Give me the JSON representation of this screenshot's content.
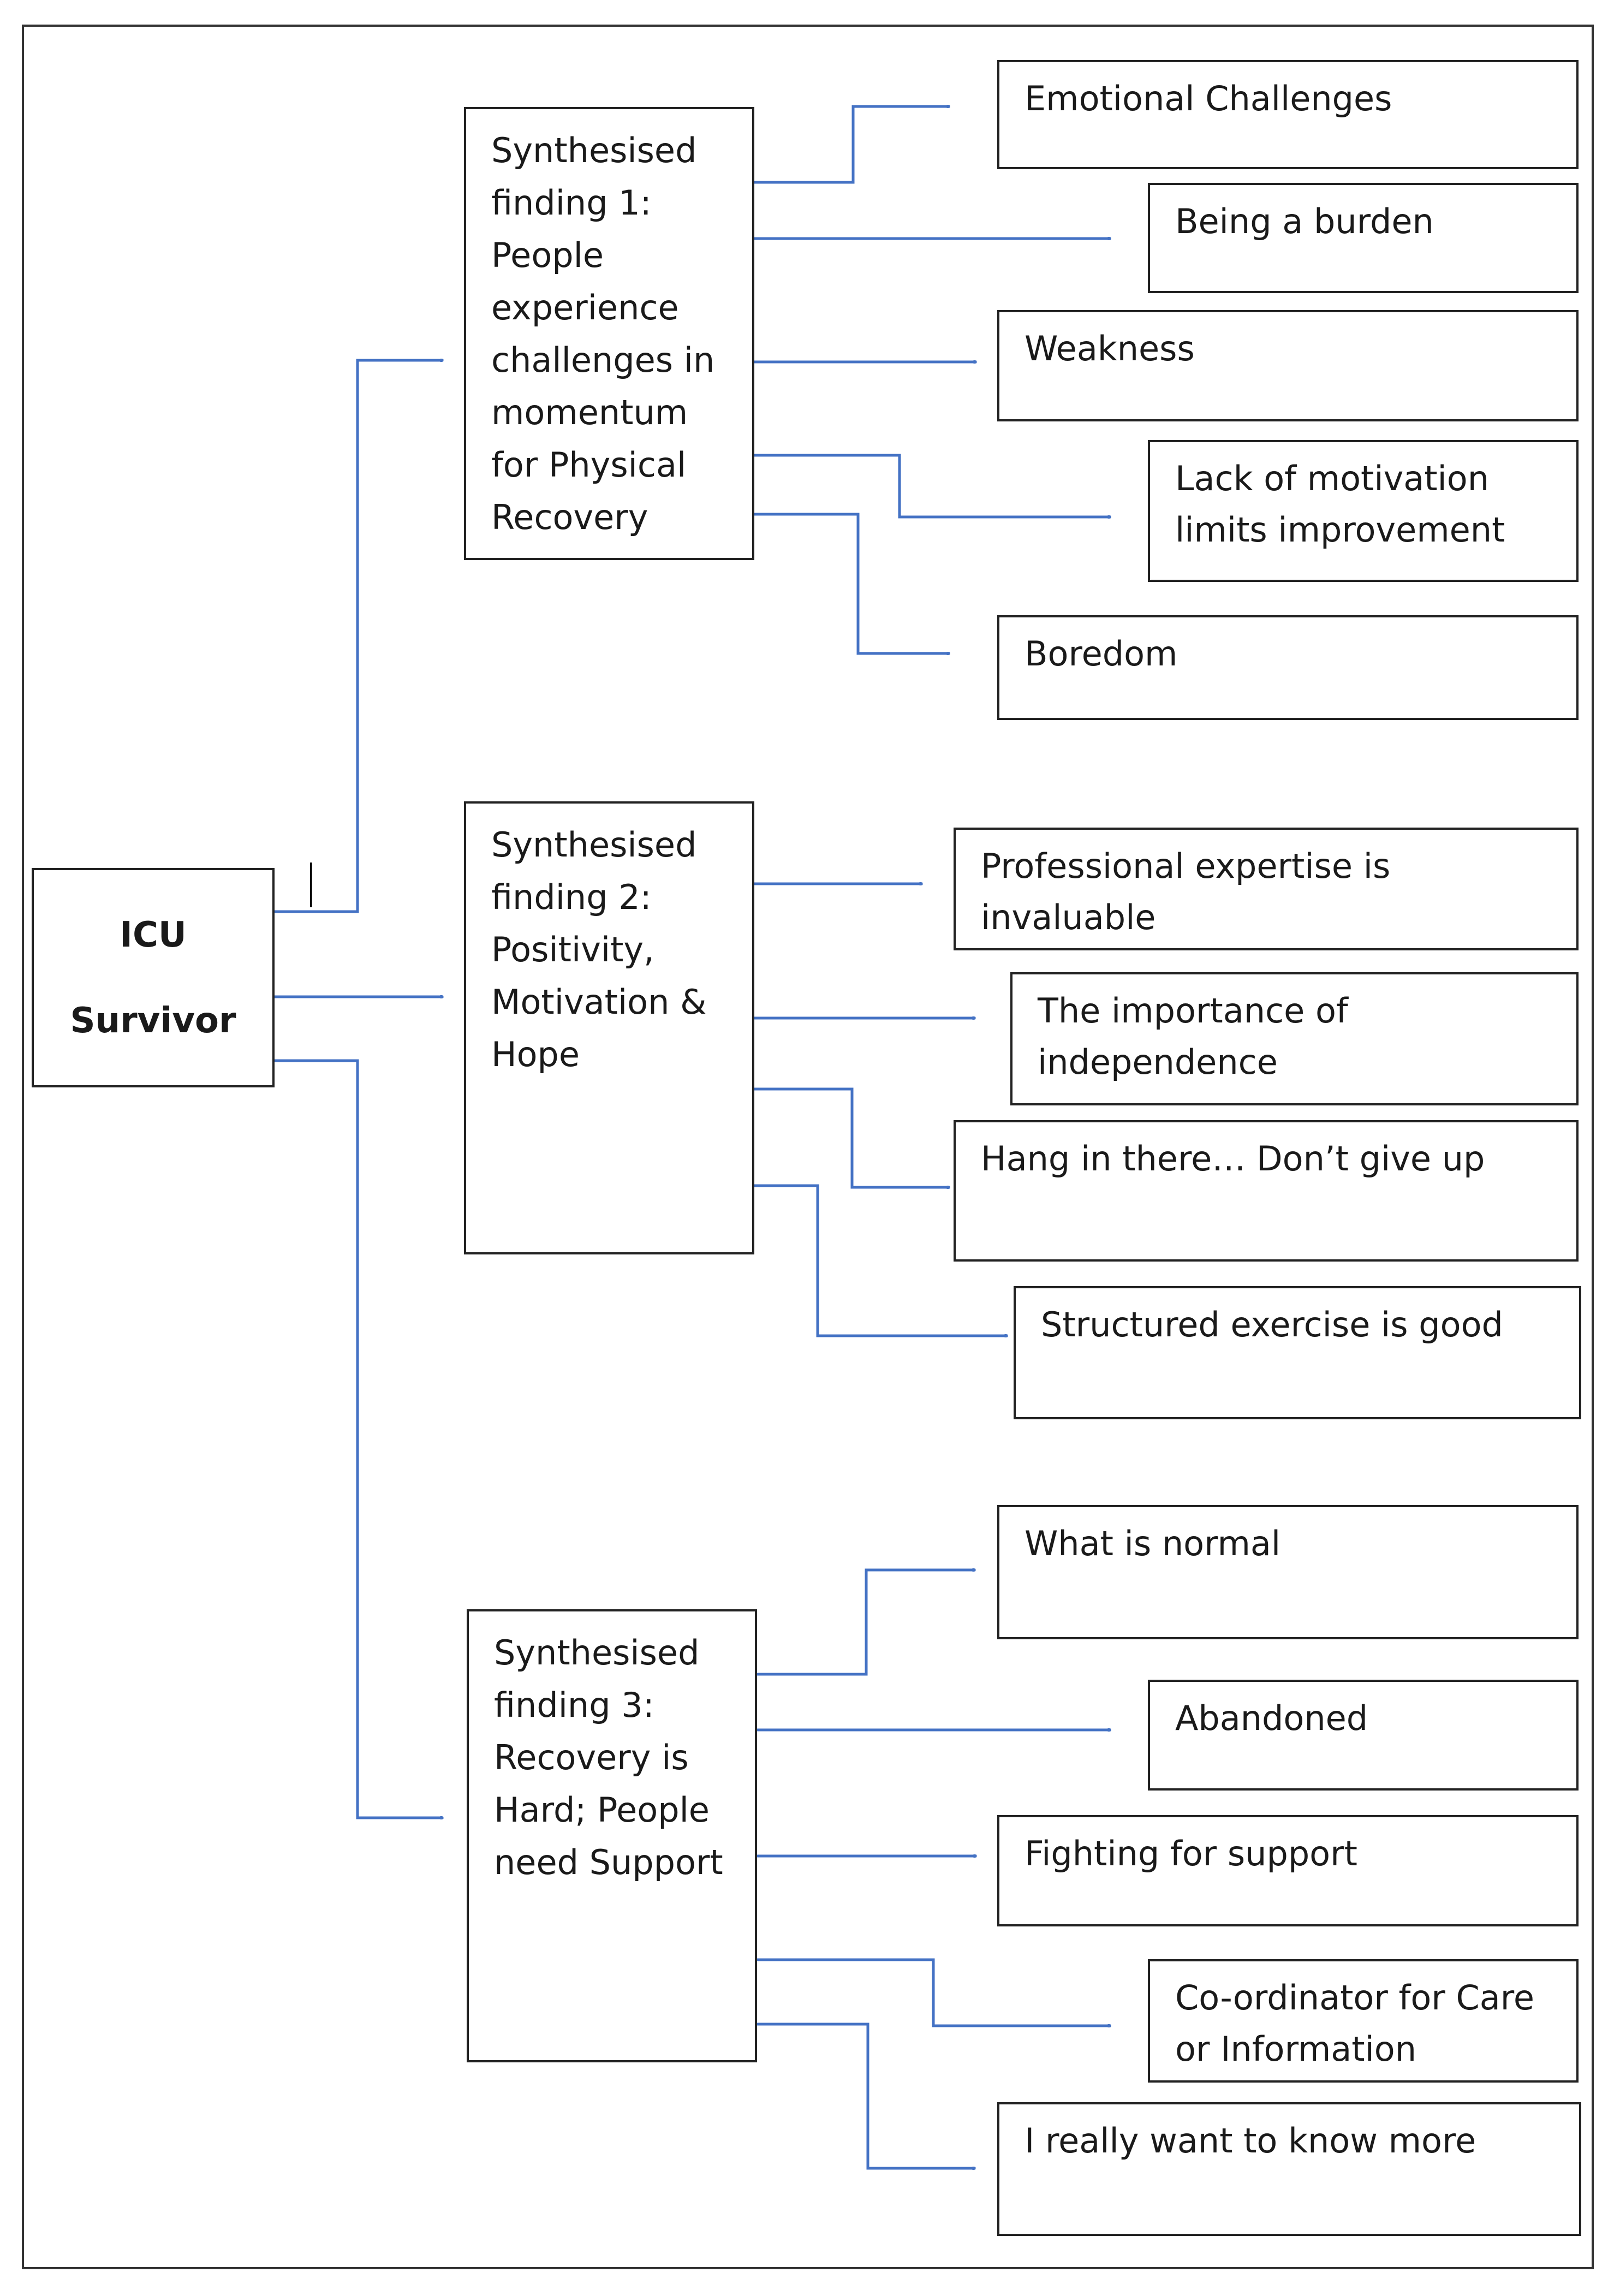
{
  "root": {
    "line1": "ICU",
    "line2": "Survivor"
  },
  "findings": [
    {
      "label": "Synthesised\nfinding 1:\nPeople\nexperience\nchallenges in\nmomentum\nfor Physical\nRecovery",
      "themes": [
        "Emotional Challenges",
        "Being a burden",
        "Weakness",
        "Lack of motivation\nlimits improvement",
        "Boredom"
      ]
    },
    {
      "label": "Synthesised\nfinding 2:\nPositivity,\nMotivation &\nHope",
      "themes": [
        "Professional expertise is invaluable",
        "The importance of\nindependence",
        "Hang in there… Don’t give up",
        "Structured exercise is good"
      ]
    },
    {
      "label": "Synthesised\nfinding 3:\nRecovery is\nHard; People\nneed Support",
      "themes": [
        "What is normal",
        "Abandoned",
        "Fighting for support",
        "Co-ordinator for Care\nor Information",
        "I really want to know more"
      ]
    }
  ],
  "colors": {
    "connector": "#4472c4",
    "border": "#222222"
  }
}
